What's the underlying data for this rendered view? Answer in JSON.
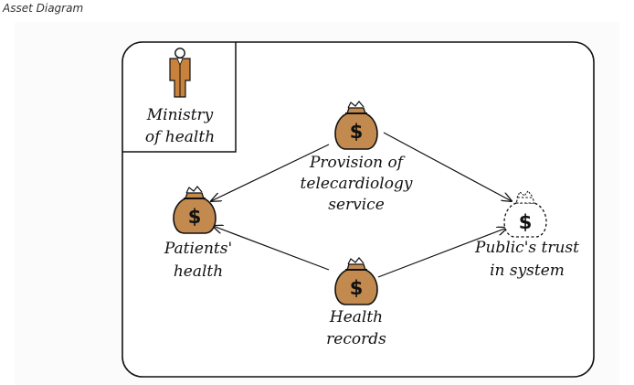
{
  "caption": "Asset Diagram",
  "colors": {
    "bag_fill": "#C28A4E",
    "figure_fill": "#C8823C",
    "outline": "#111111",
    "panel_bg": "#fbfbfb"
  },
  "actor": {
    "icon": "person-icon",
    "label_line1": "Ministry",
    "label_line2": "of health"
  },
  "assets": {
    "telecardiology": {
      "icon": "money-bag-icon",
      "symbol": "$",
      "label_line1": "Provision of",
      "label_line2": "telecardiology",
      "label_line3": "service"
    },
    "patients_health": {
      "icon": "money-bag-icon",
      "symbol": "$",
      "label_line1": "Patients'",
      "label_line2": "health"
    },
    "health_records": {
      "icon": "money-bag-icon",
      "symbol": "$",
      "label_line1": "Health",
      "label_line2": "records"
    },
    "public_trust": {
      "icon": "money-bag-dashed-icon",
      "symbol": "$",
      "label_line1": "Public's trust",
      "label_line2": "in system"
    }
  }
}
